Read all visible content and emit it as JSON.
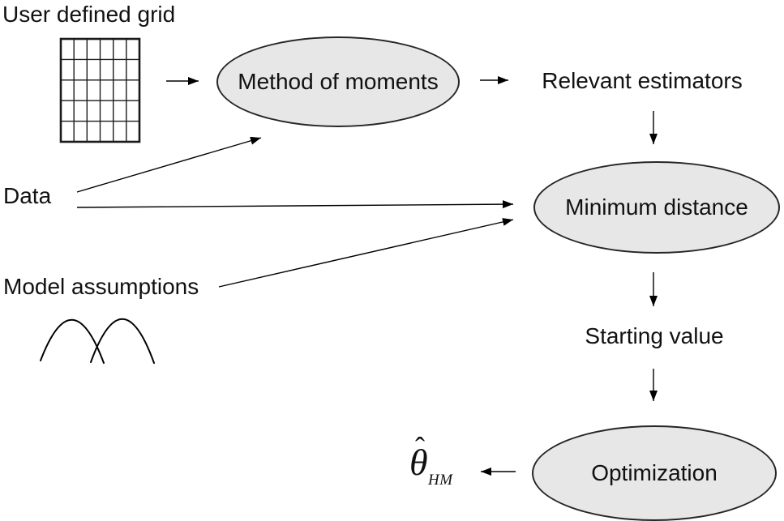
{
  "diagram": {
    "labels": {
      "user_defined_grid": "User defined grid",
      "data": "Data",
      "model_assumptions": "Model assumptions",
      "relevant_estimators": "Relevant estimators",
      "starting_value": "Starting value"
    },
    "nodes": {
      "method_of_moments": "Method of moments",
      "minimum_distance": "Minimum distance",
      "optimization": "Optimization"
    },
    "result": {
      "hat": "ˆ",
      "symbol": "θ",
      "subscript": "HM"
    },
    "icons": {
      "grid": "grid-icon",
      "curves": "overlapping-distributions-icon"
    },
    "colors": {
      "background": "#ffffff",
      "node_fill": "#e7e7e7",
      "node_border": "#262626",
      "line": "#000000",
      "text": "#111111"
    },
    "edges": [
      {
        "from": "user-defined-grid",
        "to": "method-of-moments"
      },
      {
        "from": "method-of-moments",
        "to": "relevant-estimators"
      },
      {
        "from": "relevant-estimators",
        "to": "minimum-distance"
      },
      {
        "from": "data",
        "to": "method-of-moments"
      },
      {
        "from": "data",
        "to": "minimum-distance"
      },
      {
        "from": "model-assumptions",
        "to": "minimum-distance"
      },
      {
        "from": "minimum-distance",
        "to": "starting-value"
      },
      {
        "from": "starting-value",
        "to": "optimization"
      },
      {
        "from": "optimization",
        "to": "theta-hat-hm"
      }
    ]
  }
}
